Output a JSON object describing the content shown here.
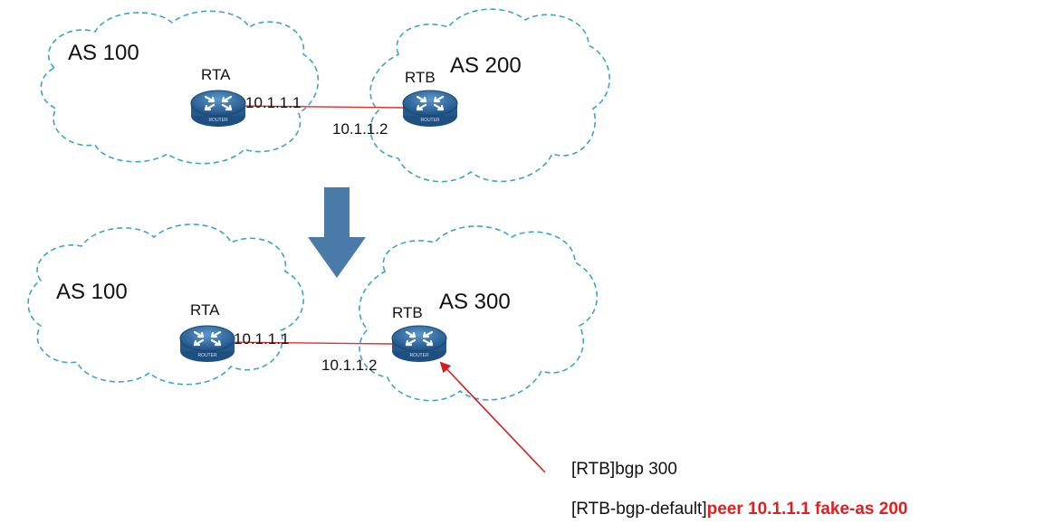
{
  "top_diagram": {
    "left_as": "AS 100",
    "right_as": "AS 200",
    "left_router": "RTA",
    "right_router": "RTB",
    "left_ip": "10.1.1.1",
    "right_ip": "10.1.1.2"
  },
  "bottom_diagram": {
    "left_as": "AS 100",
    "right_as": "AS 300",
    "left_router": "RTA",
    "right_router": "RTB",
    "left_ip": "10.1.1.1",
    "right_ip": "10.1.1.2"
  },
  "router_badge": "ROUTER",
  "commands": {
    "line1": "[RTB]bgp 300",
    "line2_prefix": "[RTB-bgp-default]",
    "line2_highlight": "peer 10.1.1.1 fake-as 200"
  },
  "colors": {
    "cloud_outline": "#3fa3c2",
    "link": "#e03030",
    "arrow_down": "#4a7aa8",
    "router": "#2f6fa8",
    "pointer_arrow": "#d02020",
    "highlight_text": "#e02020"
  }
}
